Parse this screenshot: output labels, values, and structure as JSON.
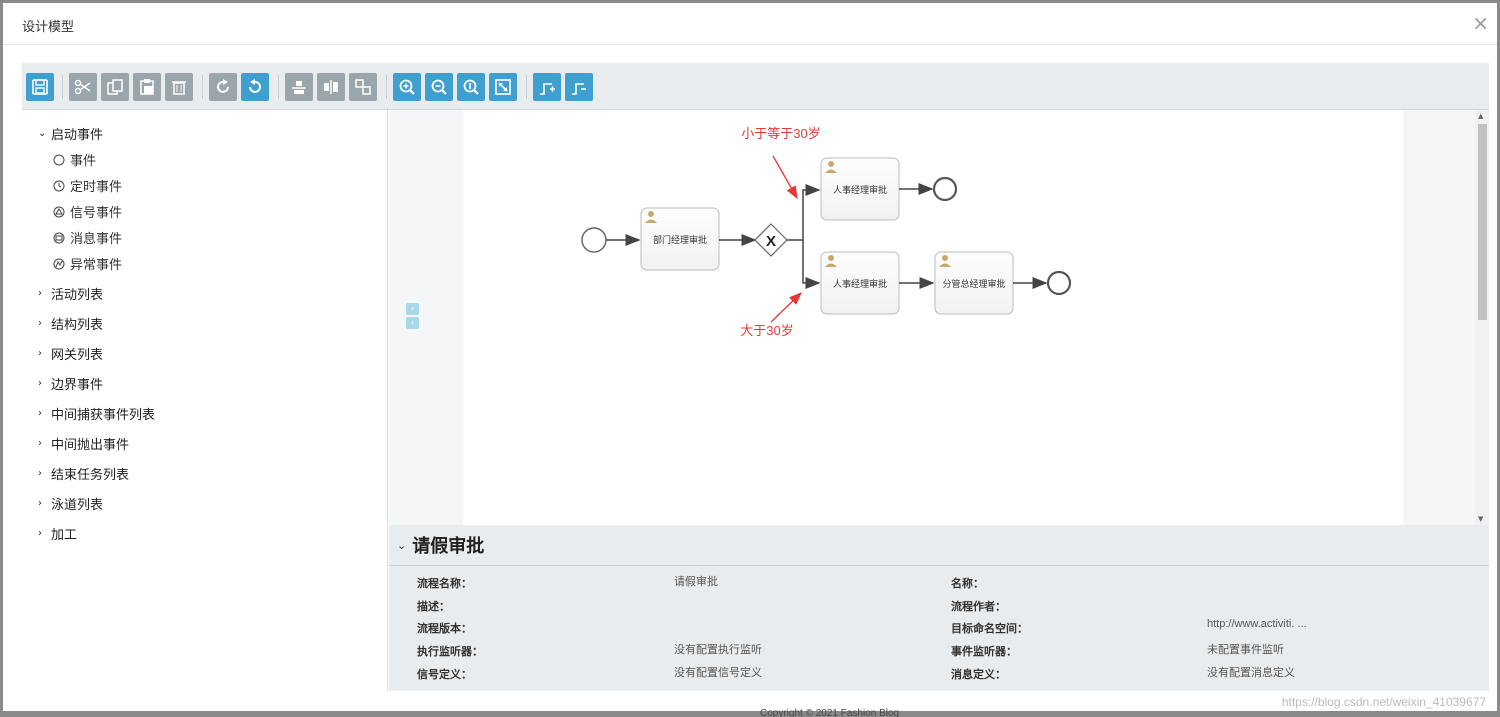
{
  "modal": {
    "title": "设计模型",
    "close_label": "×"
  },
  "toolbar": {
    "buttons": [
      {
        "name": "save",
        "icon": "save-icon"
      },
      {
        "name": "cut",
        "icon": "scissors-icon"
      },
      {
        "name": "copy",
        "icon": "copy-icon"
      },
      {
        "name": "paste",
        "icon": "paste-icon"
      },
      {
        "name": "delete",
        "icon": "trash-icon"
      },
      {
        "name": "redo",
        "icon": "redo-icon"
      },
      {
        "name": "undo",
        "icon": "undo-icon"
      },
      {
        "name": "align-vertical",
        "icon": "align-vertical-icon"
      },
      {
        "name": "align-horizontal",
        "icon": "align-horizontal-icon"
      },
      {
        "name": "same-size",
        "icon": "same-size-icon"
      },
      {
        "name": "zoom-in",
        "icon": "zoom-in-icon"
      },
      {
        "name": "zoom-out",
        "icon": "zoom-out-icon"
      },
      {
        "name": "zoom-actual",
        "icon": "zoom-actual-icon"
      },
      {
        "name": "zoom-fit",
        "icon": "zoom-fit-icon"
      },
      {
        "name": "bend-add",
        "icon": "bendpoint-add-icon"
      },
      {
        "name": "bend-remove",
        "icon": "bendpoint-remove-icon"
      }
    ]
  },
  "palette": {
    "start_group": "启动事件",
    "start_items": [
      "事件",
      "定时事件",
      "信号事件",
      "消息事件",
      "异常事件"
    ],
    "groups": [
      "活动列表",
      "结构列表",
      "网关列表",
      "边界事件",
      "中间捕获事件列表",
      "中间抛出事件",
      "结束任务列表",
      "泳道列表",
      "加工"
    ]
  },
  "diagram": {
    "task_dept": "部门经理审批",
    "task_hr_top": "人事经理审批",
    "task_hr_bottom": "人事经理审批",
    "task_vp": "分管总经理审批",
    "label_le30": "小于等于30岁",
    "label_gt30": "大于30岁",
    "gateway_symbol": "X"
  },
  "properties": {
    "title": "请假审批",
    "rows": [
      {
        "l1": "流程名称：",
        "v1": "请假审批",
        "l2": "名称：",
        "v2": ""
      },
      {
        "l1": "描述：",
        "v1": "",
        "l2": "流程作者：",
        "v2": ""
      },
      {
        "l1": "流程版本：",
        "v1": "",
        "l2": "目标命名空间：",
        "v2": "http://www.activiti. ..."
      },
      {
        "l1": "执行监听器：",
        "v1": "没有配置执行监听",
        "l2": "事件监听器：",
        "v2": "未配置事件监听"
      },
      {
        "l1": "信号定义：",
        "v1": "没有配置信号定义",
        "l2": "消息定义：",
        "v2": "没有配置消息定义"
      }
    ]
  },
  "colors": {
    "toolbar_blue": "#3fa0cf",
    "toolbar_gray": "#9aa5ac",
    "annotation_red": "#e53935"
  },
  "watermark": "https://blog.csdn.net/weixin_41039677",
  "footer": "Copyright © 2021 Fashion Blog"
}
